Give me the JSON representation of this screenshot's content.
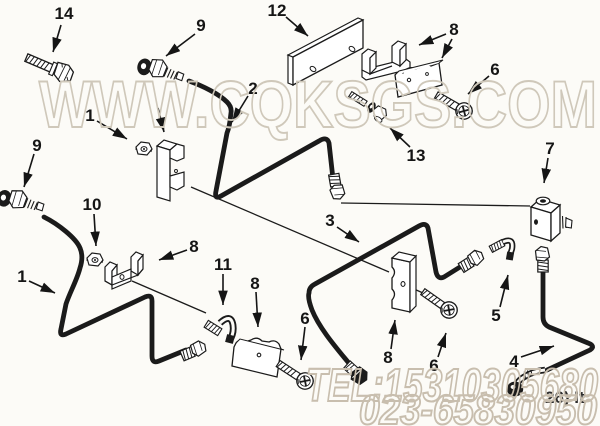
{
  "diagram": {
    "type": "exploded-parts-diagram",
    "subject": "fuel supply tube routing with clamps, fittings and junction block",
    "callouts": [
      {
        "label": "14"
      },
      {
        "label": "9"
      },
      {
        "label": "12"
      },
      {
        "label": "8"
      },
      {
        "label": "6"
      },
      {
        "label": "13"
      },
      {
        "label": "2"
      },
      {
        "label": "1"
      },
      {
        "label": "9"
      },
      {
        "label": "10"
      },
      {
        "label": "1"
      },
      {
        "label": "8"
      },
      {
        "label": "11"
      },
      {
        "label": "8"
      },
      {
        "label": "3"
      },
      {
        "label": "8"
      },
      {
        "label": "6"
      },
      {
        "label": "6"
      },
      {
        "label": "5"
      },
      {
        "label": "7"
      },
      {
        "label": "4"
      }
    ],
    "watermarks": {
      "site": "WWW.CQKSGS.COM",
      "tel": "TEL:15310305680",
      "phone": "023-65830950"
    },
    "footer_fragment": "26) It",
    "colors": {
      "background": "#fcfbf7",
      "line": "#1b1b1b",
      "watermark_site": "#cfc8ba",
      "watermark_contact": "#c8beae"
    }
  }
}
